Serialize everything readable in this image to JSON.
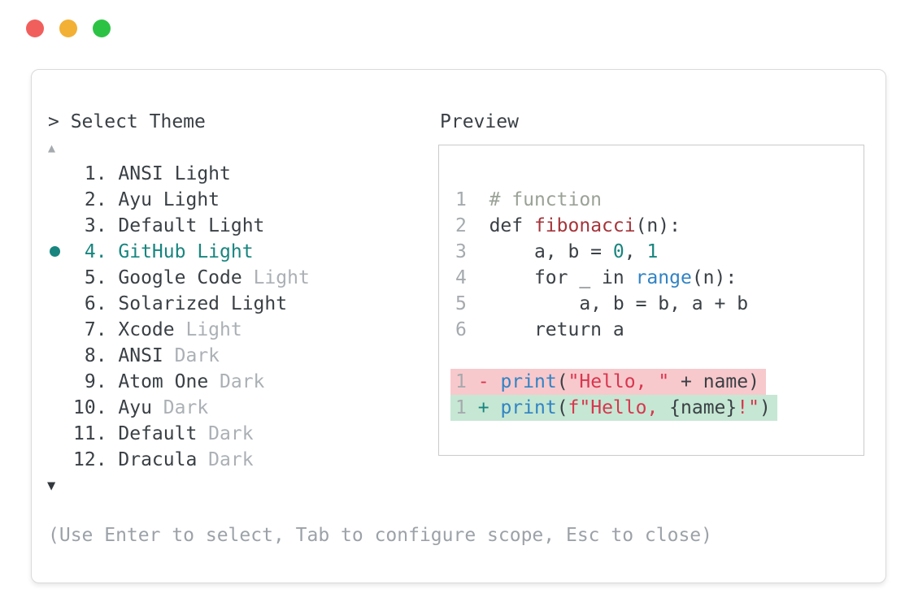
{
  "palette": {
    "dark": "#3A4045",
    "teal": "#18857F",
    "blue": "#3183C4",
    "crimson": "#D8364F",
    "brick_red": "#A5343A",
    "comment": "#9AA296",
    "line_number": "#A5AAAE",
    "muted": "#ABB0B5",
    "hint": "#9CA2A8",
    "gray-arrow": "#A5AAAE",
    "del_bg": "#F8C9CC",
    "add_bg": "#C6E7D3",
    "traffic_red": "#F15F5C",
    "traffic_yellow": "#F2B035",
    "traffic_green": "#2CC344"
  },
  "window": {
    "controls": [
      {
        "name": "close",
        "color": "#F15F5C"
      },
      {
        "name": "minimize",
        "color": "#F2B035"
      },
      {
        "name": "maximize",
        "color": "#2CC344"
      }
    ]
  },
  "selector": {
    "prompt": "> Select Theme",
    "scroll_up_icon": "▲",
    "scroll_down_icon": "▼",
    "selected_index": 3,
    "items": [
      {
        "number": " 1.",
        "name": "ANSI Light",
        "suffix": "",
        "selected": false
      },
      {
        "number": " 2.",
        "name": "Ayu Light",
        "suffix": "",
        "selected": false
      },
      {
        "number": " 3.",
        "name": "Default Light",
        "suffix": "",
        "selected": false
      },
      {
        "number": " 4.",
        "name": "GitHub Light",
        "suffix": "",
        "selected": true
      },
      {
        "number": " 5.",
        "name": "Google Code",
        "suffix": "Light",
        "selected": false
      },
      {
        "number": " 6.",
        "name": "Solarized Light",
        "suffix": "",
        "selected": false
      },
      {
        "number": " 7.",
        "name": "Xcode",
        "suffix": "Light",
        "selected": false
      },
      {
        "number": " 8.",
        "name": "ANSI",
        "suffix": "Dark",
        "selected": false
      },
      {
        "number": " 9.",
        "name": "Atom One",
        "suffix": "Dark",
        "selected": false
      },
      {
        "number": "10.",
        "name": "Ayu",
        "suffix": "Dark",
        "selected": false
      },
      {
        "number": "11.",
        "name": "Default",
        "suffix": "Dark",
        "selected": false
      },
      {
        "number": "12.",
        "name": "Dracula",
        "suffix": "Dark",
        "selected": false
      }
    ],
    "hint": "(Use Enter to select, Tab to configure scope, Esc to close)"
  },
  "preview": {
    "title": "Preview",
    "lines": [
      {
        "bg": "",
        "name": "code-line-1",
        "segments": [
          {
            "t": "1",
            "c": "ln"
          },
          {
            "t": "  ",
            "c": "plain"
          },
          {
            "t": "# function",
            "c": "comment"
          }
        ]
      },
      {
        "bg": "",
        "name": "code-line-2",
        "segments": [
          {
            "t": "2",
            "c": "ln"
          },
          {
            "t": "  ",
            "c": "plain"
          },
          {
            "t": "def ",
            "c": "plain"
          },
          {
            "t": "fibonacci",
            "c": "red"
          },
          {
            "t": "(n):",
            "c": "plain"
          }
        ]
      },
      {
        "bg": "",
        "name": "code-line-3",
        "segments": [
          {
            "t": "3",
            "c": "ln"
          },
          {
            "t": "  ",
            "c": "plain"
          },
          {
            "t": "    a, b = ",
            "c": "plain"
          },
          {
            "t": "0",
            "c": "teal"
          },
          {
            "t": ", ",
            "c": "plain"
          },
          {
            "t": "1",
            "c": "teal"
          }
        ]
      },
      {
        "bg": "",
        "name": "code-line-4",
        "segments": [
          {
            "t": "4",
            "c": "ln"
          },
          {
            "t": "  ",
            "c": "plain"
          },
          {
            "t": "    for _ in ",
            "c": "plain"
          },
          {
            "t": "range",
            "c": "blue"
          },
          {
            "t": "(n):",
            "c": "plain"
          }
        ]
      },
      {
        "bg": "",
        "name": "code-line-5",
        "segments": [
          {
            "t": "5",
            "c": "ln"
          },
          {
            "t": "  ",
            "c": "plain"
          },
          {
            "t": "        a, b = b, a + b",
            "c": "plain"
          }
        ]
      },
      {
        "bg": "",
        "name": "code-line-6",
        "segments": [
          {
            "t": "6",
            "c": "ln"
          },
          {
            "t": "  ",
            "c": "plain"
          },
          {
            "t": "    return a",
            "c": "plain"
          }
        ]
      },
      {
        "bg": "",
        "name": "code-line-blank",
        "segments": []
      },
      {
        "bg": "del",
        "name": "diff-removed-line",
        "segments": [
          {
            "t": "1",
            "c": "ln"
          },
          {
            "t": " ",
            "c": "plain"
          },
          {
            "t": "-",
            "c": "crimson"
          },
          {
            "t": " ",
            "c": "plain"
          },
          {
            "t": "print",
            "c": "blue"
          },
          {
            "t": "(",
            "c": "plain"
          },
          {
            "t": "\"Hello, \"",
            "c": "crimson"
          },
          {
            "t": " + name)",
            "c": "plain"
          }
        ]
      },
      {
        "bg": "add",
        "name": "diff-added-line",
        "segments": [
          {
            "t": "1",
            "c": "ln"
          },
          {
            "t": " ",
            "c": "plain"
          },
          {
            "t": "+",
            "c": "teal"
          },
          {
            "t": " ",
            "c": "plain"
          },
          {
            "t": "print",
            "c": "blue"
          },
          {
            "t": "(",
            "c": "plain"
          },
          {
            "t": "f\"Hello, ",
            "c": "crimson"
          },
          {
            "t": "{name}",
            "c": "plain"
          },
          {
            "t": "!\"",
            "c": "crimson"
          },
          {
            "t": ")",
            "c": "plain"
          }
        ]
      }
    ]
  }
}
